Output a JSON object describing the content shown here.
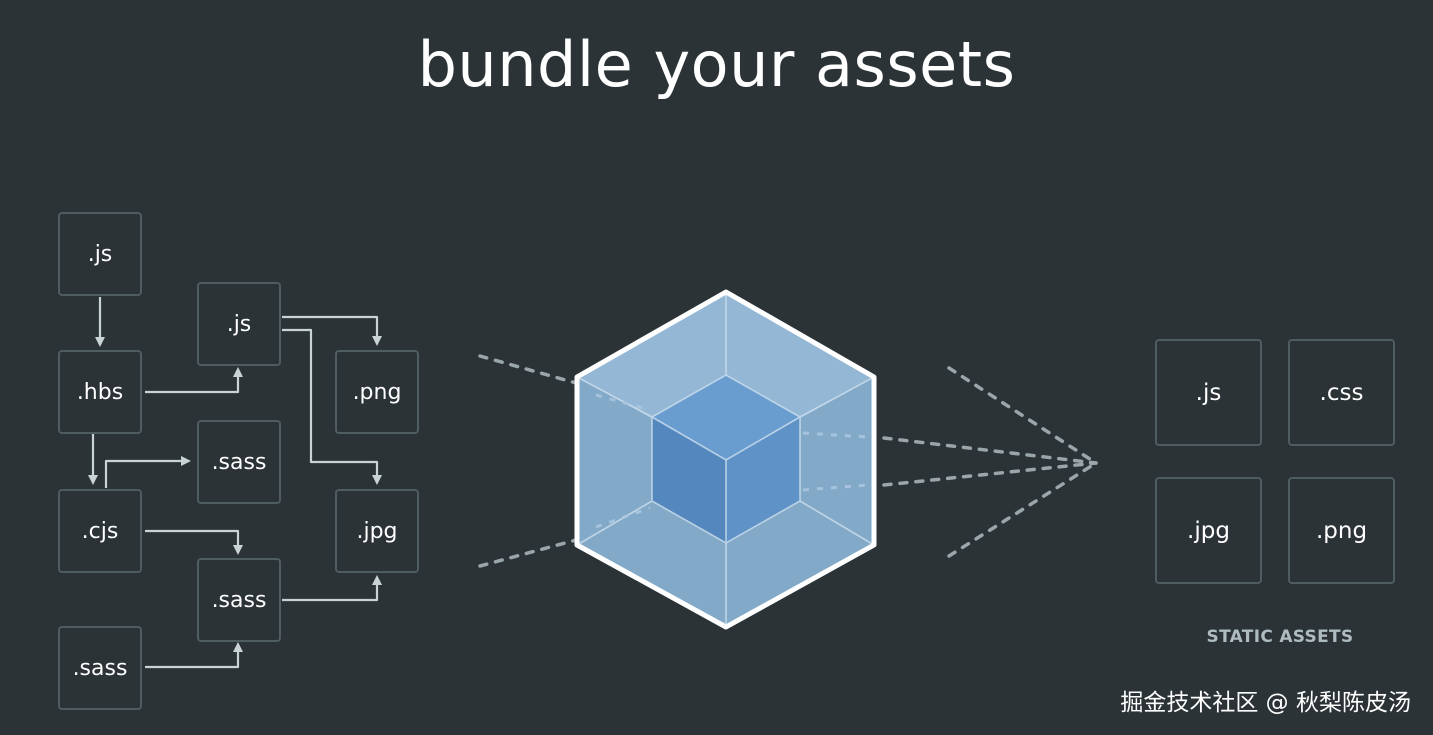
{
  "title": "bundle your assets",
  "sources": [
    {
      "id": "js-1",
      "label": ".js"
    },
    {
      "id": "hbs",
      "label": ".hbs"
    },
    {
      "id": "cjs",
      "label": ".cjs"
    },
    {
      "id": "sass-3",
      "label": ".sass"
    },
    {
      "id": "js-2",
      "label": ".js"
    },
    {
      "id": "sass-1",
      "label": ".sass"
    },
    {
      "id": "sass-2",
      "label": ".sass"
    },
    {
      "id": "png",
      "label": ".png"
    },
    {
      "id": "jpg",
      "label": ".jpg"
    }
  ],
  "outputs": [
    {
      "label": ".js"
    },
    {
      "label": ".css"
    },
    {
      "label": ".jpg"
    },
    {
      "label": ".png"
    }
  ],
  "outputs_caption": "STATIC ASSETS",
  "watermark": "掘金技术社区 @ 秋梨陈皮汤",
  "colors": {
    "background": "#2b3336",
    "box_border": "#4f5c61",
    "arrow": "#c9d3d6",
    "cube_outer": "#8ab3d5",
    "cube_inner": "#5b8ec4",
    "cube_edge": "#ffffff"
  }
}
